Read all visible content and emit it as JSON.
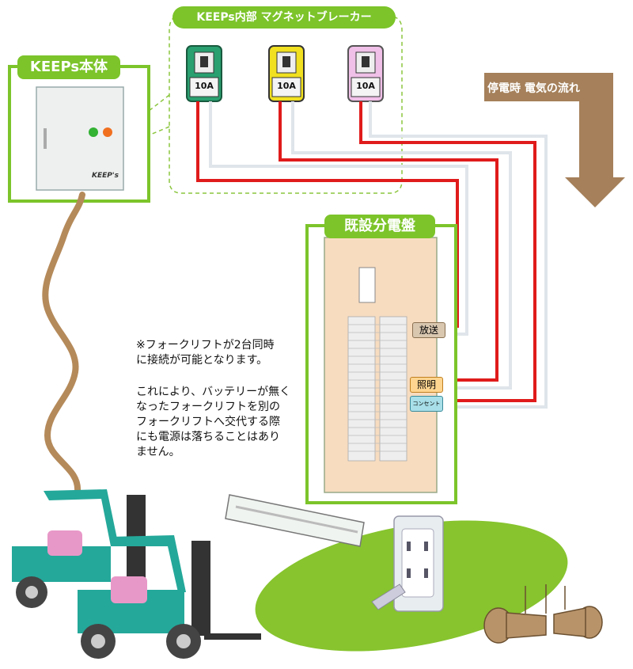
{
  "keeps_body": {
    "title": "KEEPs本体",
    "logo": "KEEP's"
  },
  "breakers": {
    "title": "KEEPs内部 マグネットブレーカー",
    "items": [
      {
        "rating": "10A",
        "color": "#2aa070"
      },
      {
        "rating": "10A",
        "color": "#f0e020"
      },
      {
        "rating": "10A",
        "color": "#f0c0e8"
      }
    ]
  },
  "flow": {
    "label": "停電時 電気の流れ"
  },
  "panel": {
    "title": "既設分電盤",
    "circuits": [
      {
        "label": "放送",
        "color": "#d9c7b0"
      },
      {
        "label": "照明",
        "color": "#ffd590"
      },
      {
        "label": "コンセント",
        "color": "#a8dfe8"
      }
    ]
  },
  "note": {
    "line1": "※フォークリフトが2台同時\nに接続が可能となります。",
    "line2": "これにより、バッテリーが無く\nなったフォークリフトを別の\nフォークリフトへ交代する際\nにも電源は落ちることはあり\nません。"
  },
  "colors": {
    "green": "#7cc42a",
    "wire_red": "#e01b1b",
    "wire_gray": "#dfe5ea",
    "arrow": "#a5805a",
    "cable": "#b58a5a",
    "forklift": "#24a89a"
  }
}
